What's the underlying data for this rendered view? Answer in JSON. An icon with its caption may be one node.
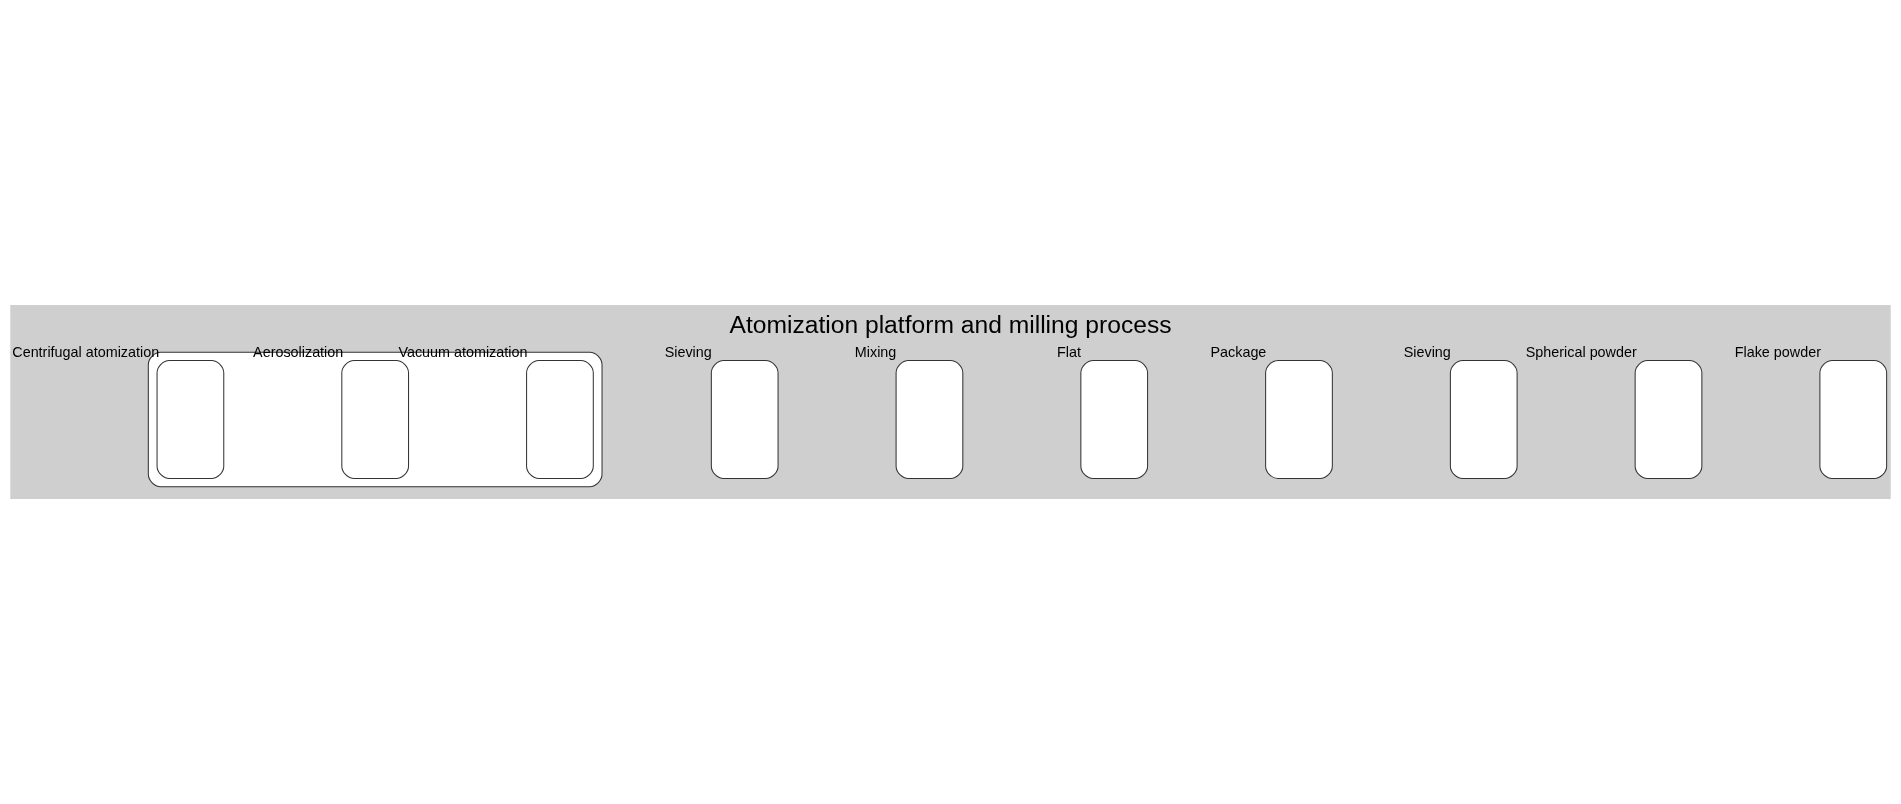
{
  "diagram": {
    "title": "Atomization platform and milling process",
    "nodes": [
      {
        "text": [],
        "shape": "box"
      },
      {
        "text": [],
        "shape": "box",
        "in": 0,
        "beside": [
          "Vacuum atomization"
        ]
      },
      {
        "text": [],
        "shape": "box",
        "in": 0,
        "beside": [
          "Aerosolization"
        ]
      },
      {
        "text": [],
        "shape": "box",
        "in": 0,
        "beside": [
          "Centrifugal atomization"
        ]
      },
      {
        "text": [],
        "shape": "box",
        "beside": [
          "Sieving"
        ]
      },
      {
        "text": [],
        "shape": "box",
        "beside": [
          "Mixing"
        ]
      },
      {
        "text": [],
        "shape": "box",
        "beside": [
          "Flat"
        ]
      },
      {
        "text": [],
        "shape": "box",
        "beside": [
          "Package"
        ]
      },
      {
        "text": [],
        "shape": "box",
        "beside": [
          "Sieving"
        ]
      },
      {
        "text": [],
        "shape": "box",
        "beside": [
          "Spherical powder"
        ]
      },
      {
        "text": [],
        "shape": "box",
        "beside": [
          "Flake powder"
        ]
      }
    ],
    "edges": []
  }
}
